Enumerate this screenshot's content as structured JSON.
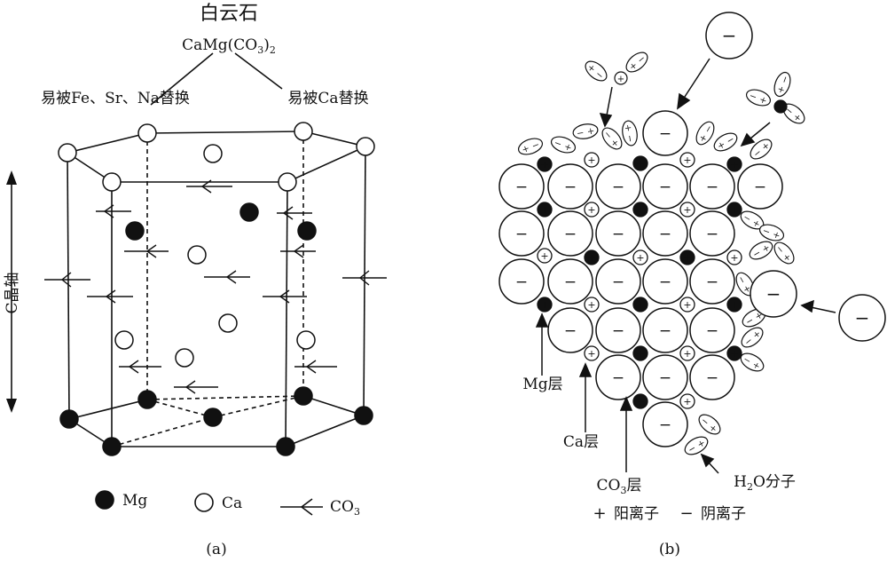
{
  "panel_a": {
    "title": "白云石",
    "formula_main": "CaMg(CO",
    "formula_sub3": "3",
    "formula_close": ")",
    "formula_sub2": "2",
    "left_note": "易被Fe、Sr、Na替换",
    "right_note": "易被Ca替换",
    "axis_label": "C晶轴",
    "legend_mg": "Mg",
    "legend_ca": "Ca",
    "legend_co3_main": "CO",
    "legend_co3_sub": "3",
    "caption": "(a)"
  },
  "panel_b": {
    "label_mg_layer": "Mg层",
    "label_ca_layer": "Ca层",
    "label_co3_main": "CO",
    "label_co3_sub": "3",
    "label_co3_suffix": "层",
    "label_h2o_main": "H",
    "label_h2o_sub": "2",
    "label_h2o_suffix": "O分子",
    "plus_symbol": "+",
    "minus_symbol": "−",
    "legend_cation": "阳离子",
    "legend_anion": "阴离子",
    "caption": "(b)"
  },
  "colors": {
    "ink": "#111111",
    "paper": "#ffffff"
  }
}
